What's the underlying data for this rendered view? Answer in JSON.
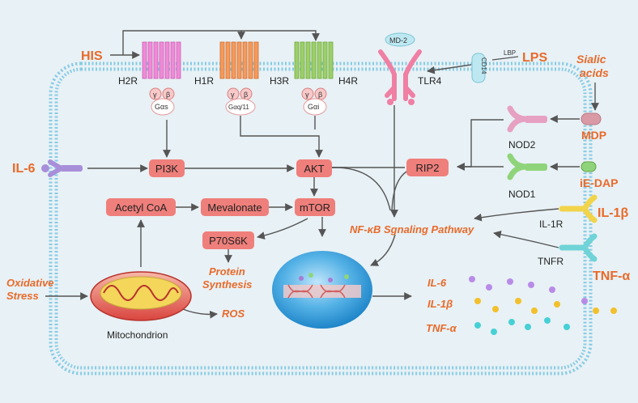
{
  "inputs": {
    "his": "HIS",
    "lps": "LPS",
    "lbp": "LBP",
    "cd14": "CD14",
    "sialic_line1": "Sialic",
    "sialic_line2": "acids",
    "il6_in": "IL-6",
    "mdp": "MDP",
    "ie_dap": "iE-DAP",
    "il1b_in": "IL-1β",
    "tnfa_in": "TNF-α",
    "oxidative_line1": "Oxidative",
    "oxidative_line2": "Stress"
  },
  "receptors": {
    "h2r": "H2R",
    "h1r": "H1R",
    "h3r": "H3R",
    "h4r": "H4R",
    "md2": "MD-2",
    "tlr4": "TLR4",
    "nod2": "NOD2",
    "nod1": "NOD1",
    "il1r": "IL-1R",
    "tnfr": "TNFR"
  },
  "gproteins": {
    "gamma": "γ",
    "beta": "β",
    "gs": "Gαs",
    "gq": "Gαq/11",
    "gi": "Gαi"
  },
  "nodes": {
    "pi3k": "PI3K",
    "akt": "AKT",
    "rip2": "RIP2",
    "acetyl_coa": "Acetyl CoA",
    "mevalonate": "Mevalonate",
    "mtor": "mTOR",
    "p70s6k": "P70S6K"
  },
  "outputs": {
    "protein_line1": "Protein",
    "protein_line2": "Synthesis",
    "nfkb": "NF-κB Sgnaling Pathway",
    "ros": "ROS",
    "mitochondrion": "Mitochondrion",
    "il6_out": "IL-6",
    "il1b_out": "IL-1β",
    "tnfa_out": "TNF-α"
  },
  "colors": {
    "background": "#e8f1f5",
    "membrane": "#7ec6e3",
    "orange_text": "#e86a2a",
    "node_fill": "#ef7f7b",
    "h2r": "#f08ad8",
    "h1r": "#f49a5c",
    "h34r": "#9ccf6a",
    "tlr4": "#f07fa4",
    "nod": "#e6a0c2",
    "nod1": "#8fd47a",
    "il1r": "#f2d44a",
    "tnfr": "#6fd3d7",
    "il6_receptor": "#a88fd9",
    "nucleus": "#3fa3d9",
    "dot_purple": "#b88be8",
    "dot_yellow": "#f2c02b",
    "dot_cyan": "#46d0d6"
  }
}
